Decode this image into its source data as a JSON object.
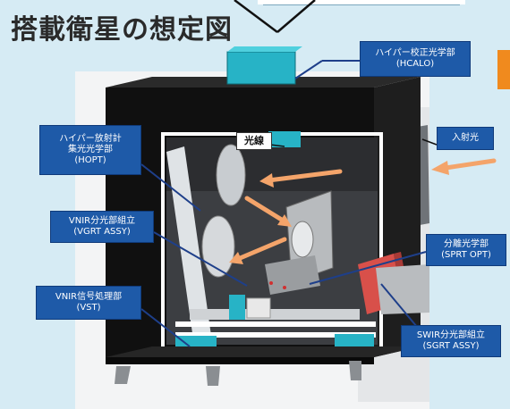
{
  "title": "搭載衛星の想定図",
  "labels": {
    "hcalo": [
      "ハイパー校正光学部",
      "(HCALO)"
    ],
    "incident": [
      "入射光"
    ],
    "hopt": [
      "ハイパー放射計",
      "集光光学部",
      "(HOPT)"
    ],
    "ray": [
      "光線"
    ],
    "vgrt": [
      "VNIR分光部組立",
      "(VGRT ASSY)"
    ],
    "sprt": [
      "分離光学部",
      "(SPRT OPT)"
    ],
    "vst": [
      "VNIR信号処理部",
      "(VST)"
    ],
    "sgrt": [
      "SWIR分光部組立",
      "(SGRT ASSY)"
    ]
  },
  "colors": {
    "background": "#d6ebf4",
    "label_fill": "#1e5aa8",
    "beam_arrow": "#f4a46a",
    "housing": "#101010",
    "module_cyan": "#27b3c6",
    "red_module": "#d8504a",
    "accent_tab": "#f08a1e"
  }
}
